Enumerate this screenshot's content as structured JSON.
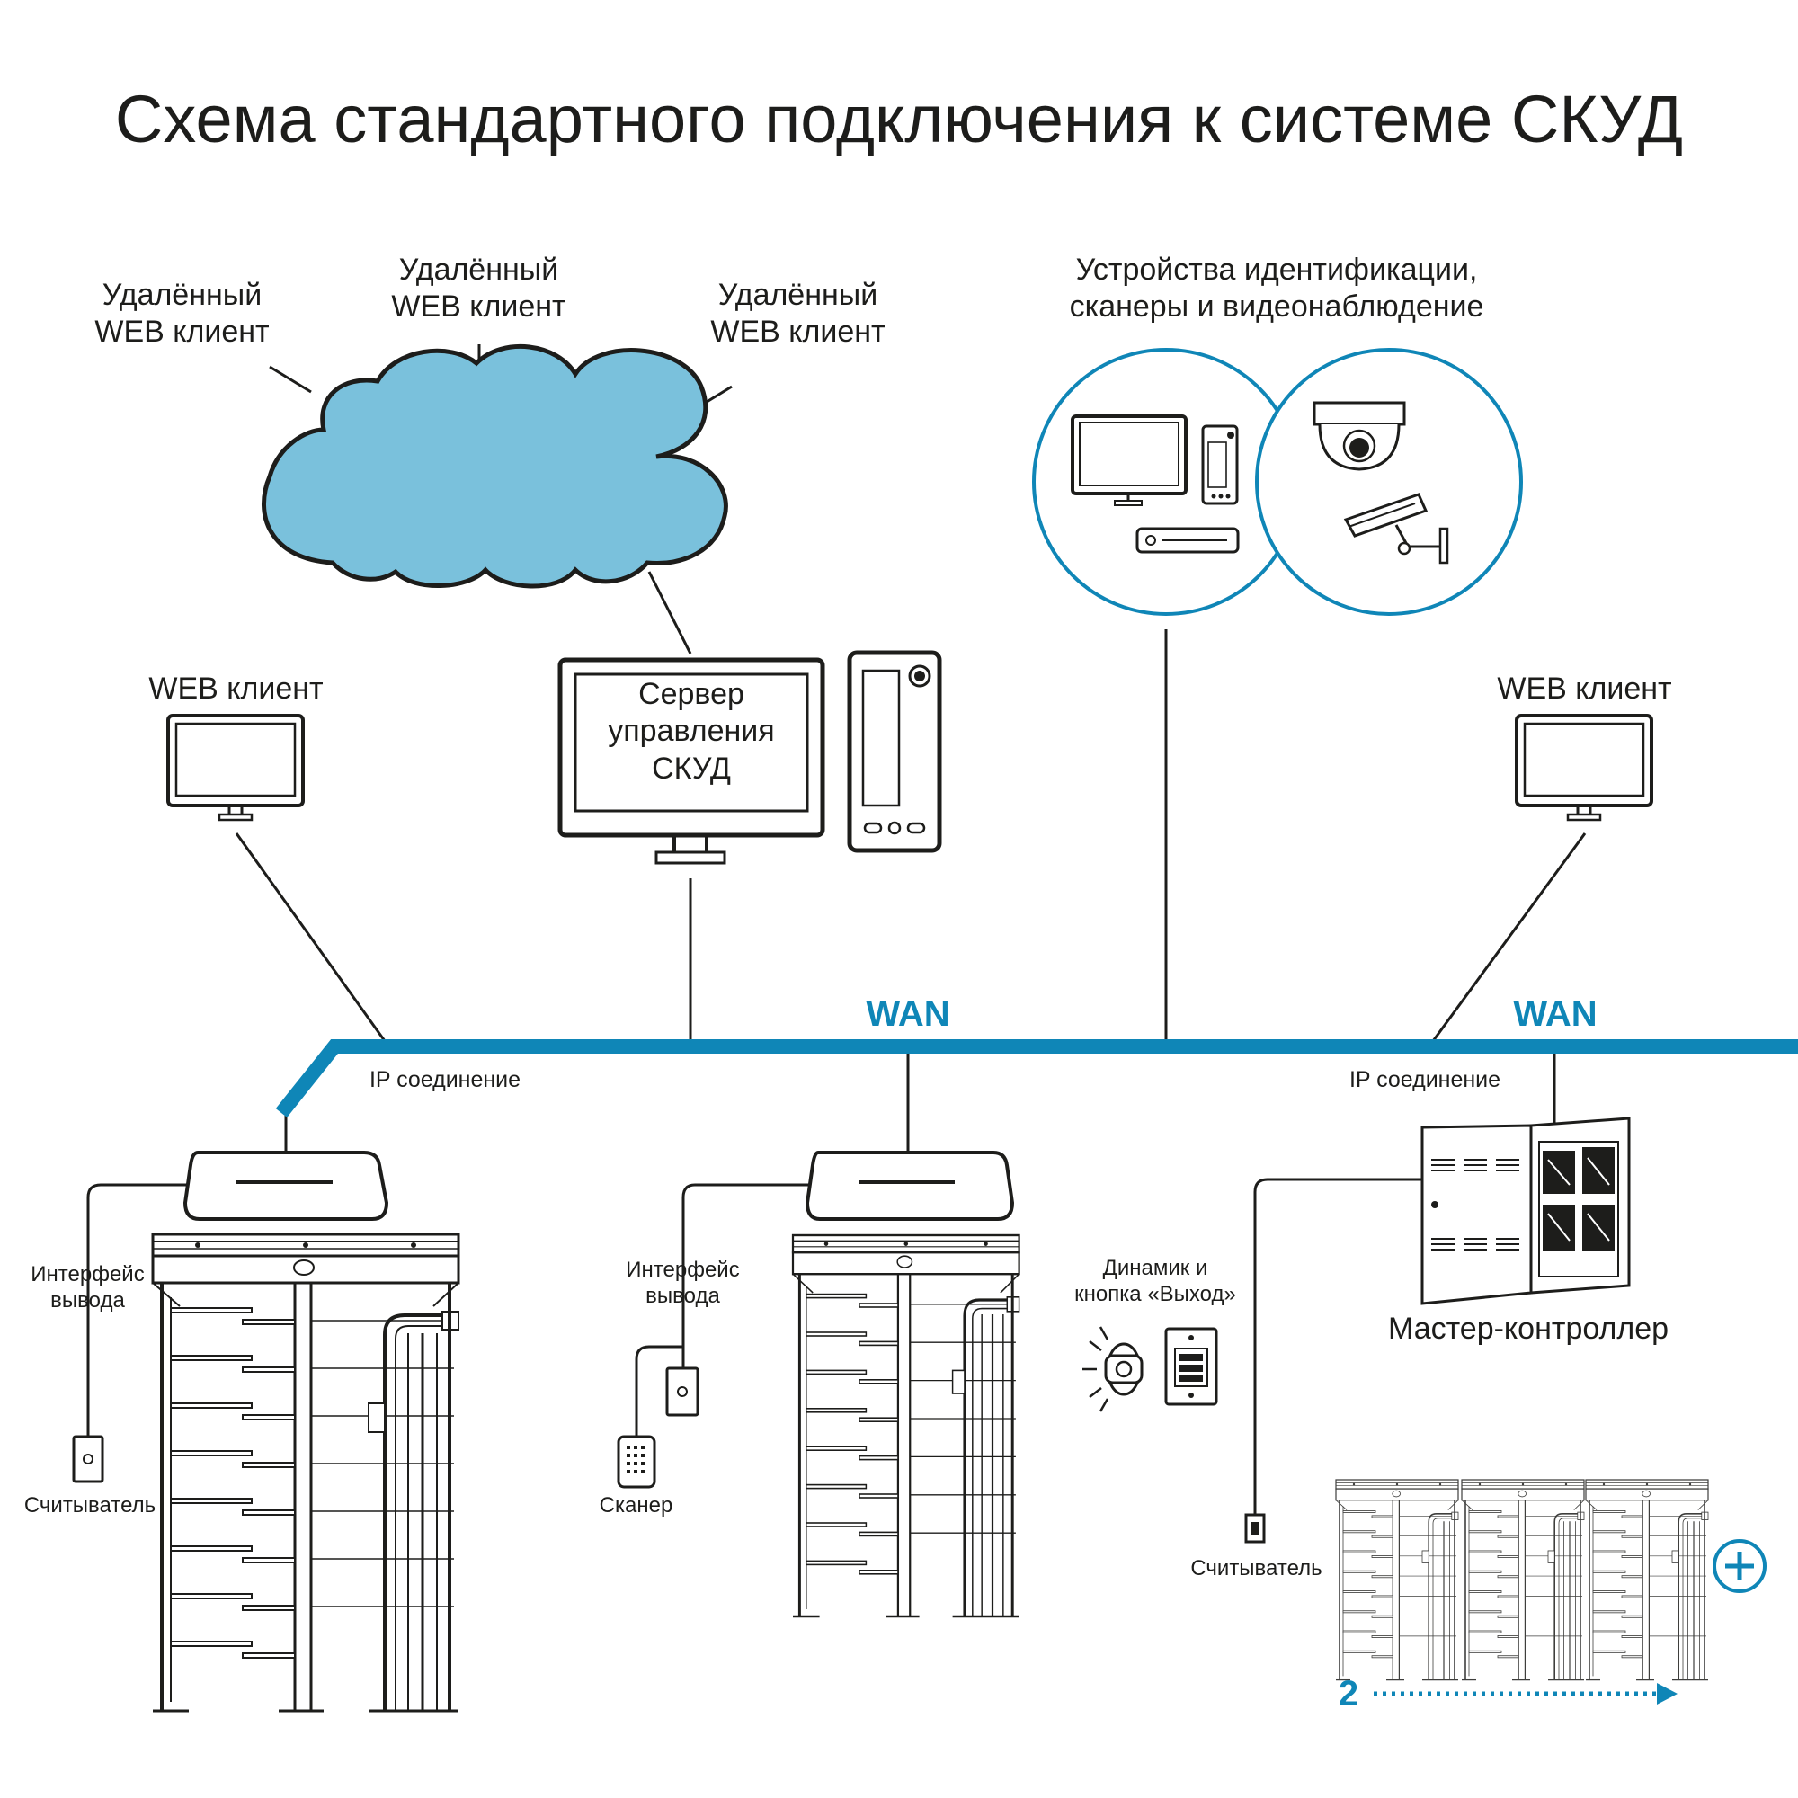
{
  "title": "Схема стандартного подключения к системе СКУД",
  "cloud_clients": [
    {
      "line1": "Удалённый",
      "line2": "WEB клиент"
    },
    {
      "line1": "Удалённый",
      "line2": "WEB клиент"
    },
    {
      "line1": "Удалённый",
      "line2": "WEB клиент"
    }
  ],
  "devices_group": {
    "line1": "Устройства идентификации,",
    "line2": "сканеры и видеонаблюдение"
  },
  "web_client_left": "WEB клиент",
  "web_client_right": "WEB клиент",
  "server": {
    "line1": "Сервер",
    "line2": "управления",
    "line3": "СКУД"
  },
  "wan_labels": [
    "WAN",
    "WAN"
  ],
  "ip_connection": [
    "IP соединение",
    "IP соединение"
  ],
  "left_turnstile": {
    "interface": {
      "line1": "Интерфейс",
      "line2": "вывода"
    },
    "reader": "Считыватель"
  },
  "middle_turnstile": {
    "interface": {
      "line1": "Интерфейс",
      "line2": "вывода"
    },
    "scanner": "Сканер"
  },
  "speaker_button": {
    "line1": "Динамик и",
    "line2": "кнопка «Выход»"
  },
  "master_controller": "Мастер-контроллер",
  "right_reader": "Считыватель",
  "expansion_count": "2",
  "colors": {
    "accent": "#0f86b7",
    "cloud_fill": "#7ac1dc",
    "line": "#1d1d1b"
  }
}
